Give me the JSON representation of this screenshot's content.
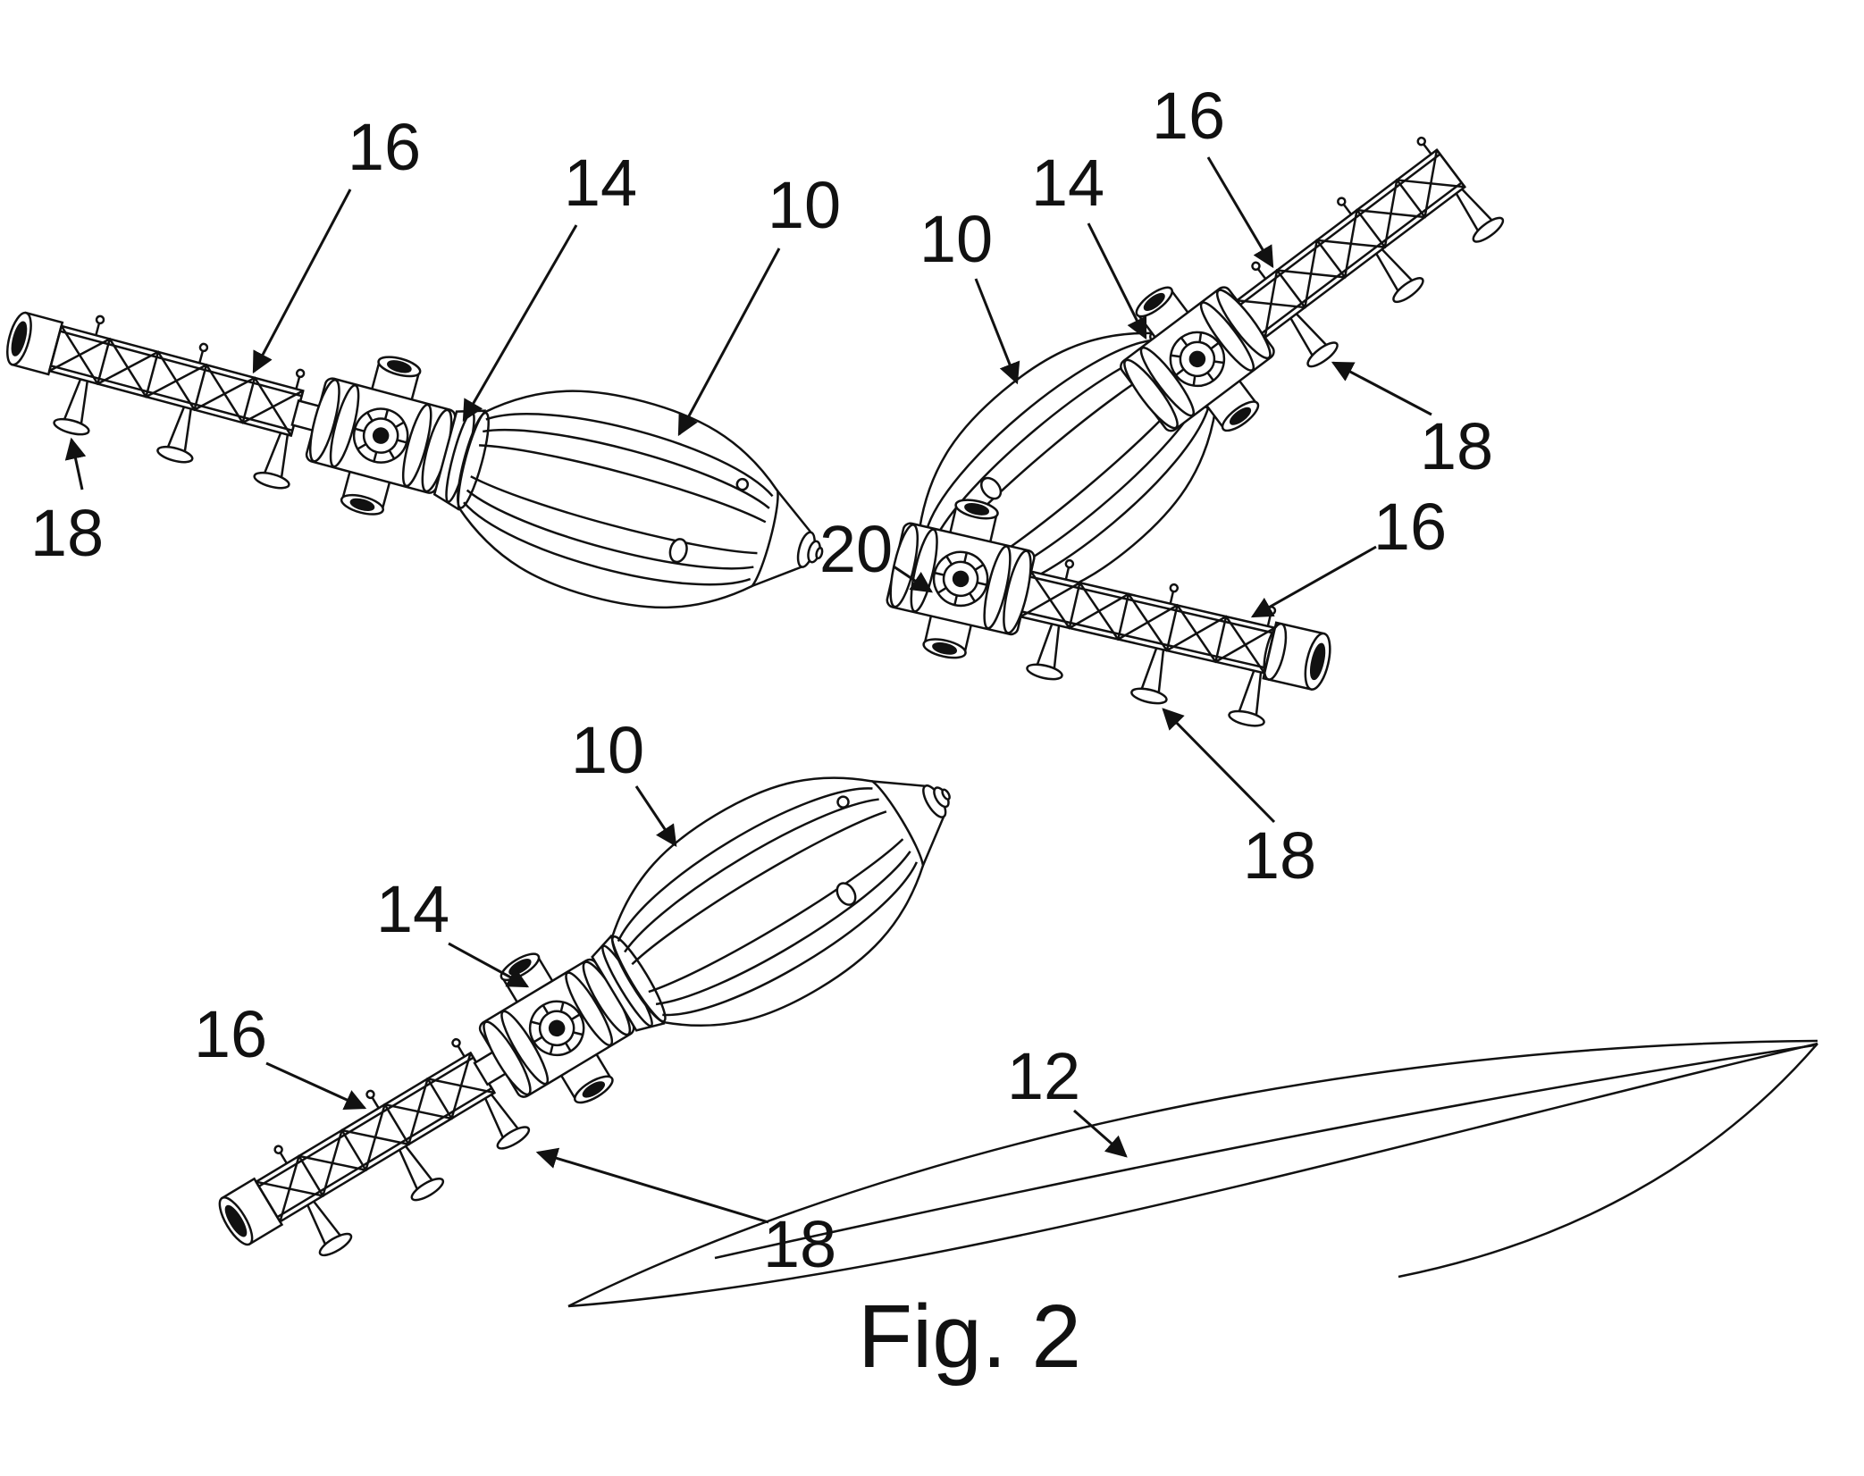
{
  "figure": {
    "caption": "Fig. 2"
  },
  "colors": {
    "ink": "#111111",
    "background": "#ffffff"
  },
  "callouts": [
    {
      "text": "16",
      "points_to": "truss-structure-top-left"
    },
    {
      "text": "14",
      "points_to": "node-module-top-left"
    },
    {
      "text": "10",
      "points_to": "inflatable-module-top-left"
    },
    {
      "text": "18",
      "points_to": "leg-foot-top-left"
    },
    {
      "text": "16",
      "points_to": "upper-truss-top-right"
    },
    {
      "text": "14",
      "points_to": "node-module-top-right"
    },
    {
      "text": "10",
      "points_to": "inflatable-module-top-right"
    },
    {
      "text": "18",
      "points_to": "leg-foot-upper-truss-top-right"
    },
    {
      "text": "16",
      "points_to": "lower-truss-top-right"
    },
    {
      "text": "20",
      "points_to": "second-node-top-right"
    },
    {
      "text": "18",
      "points_to": "leg-foot-lower-truss-top-right"
    },
    {
      "text": "10",
      "points_to": "inflatable-module-bottom-left"
    },
    {
      "text": "14",
      "points_to": "node-module-bottom-left"
    },
    {
      "text": "16",
      "points_to": "truss-structure-bottom-left"
    },
    {
      "text": "18",
      "points_to": "leg-foot-bottom-left"
    },
    {
      "text": "12",
      "points_to": "surface-curve"
    }
  ]
}
